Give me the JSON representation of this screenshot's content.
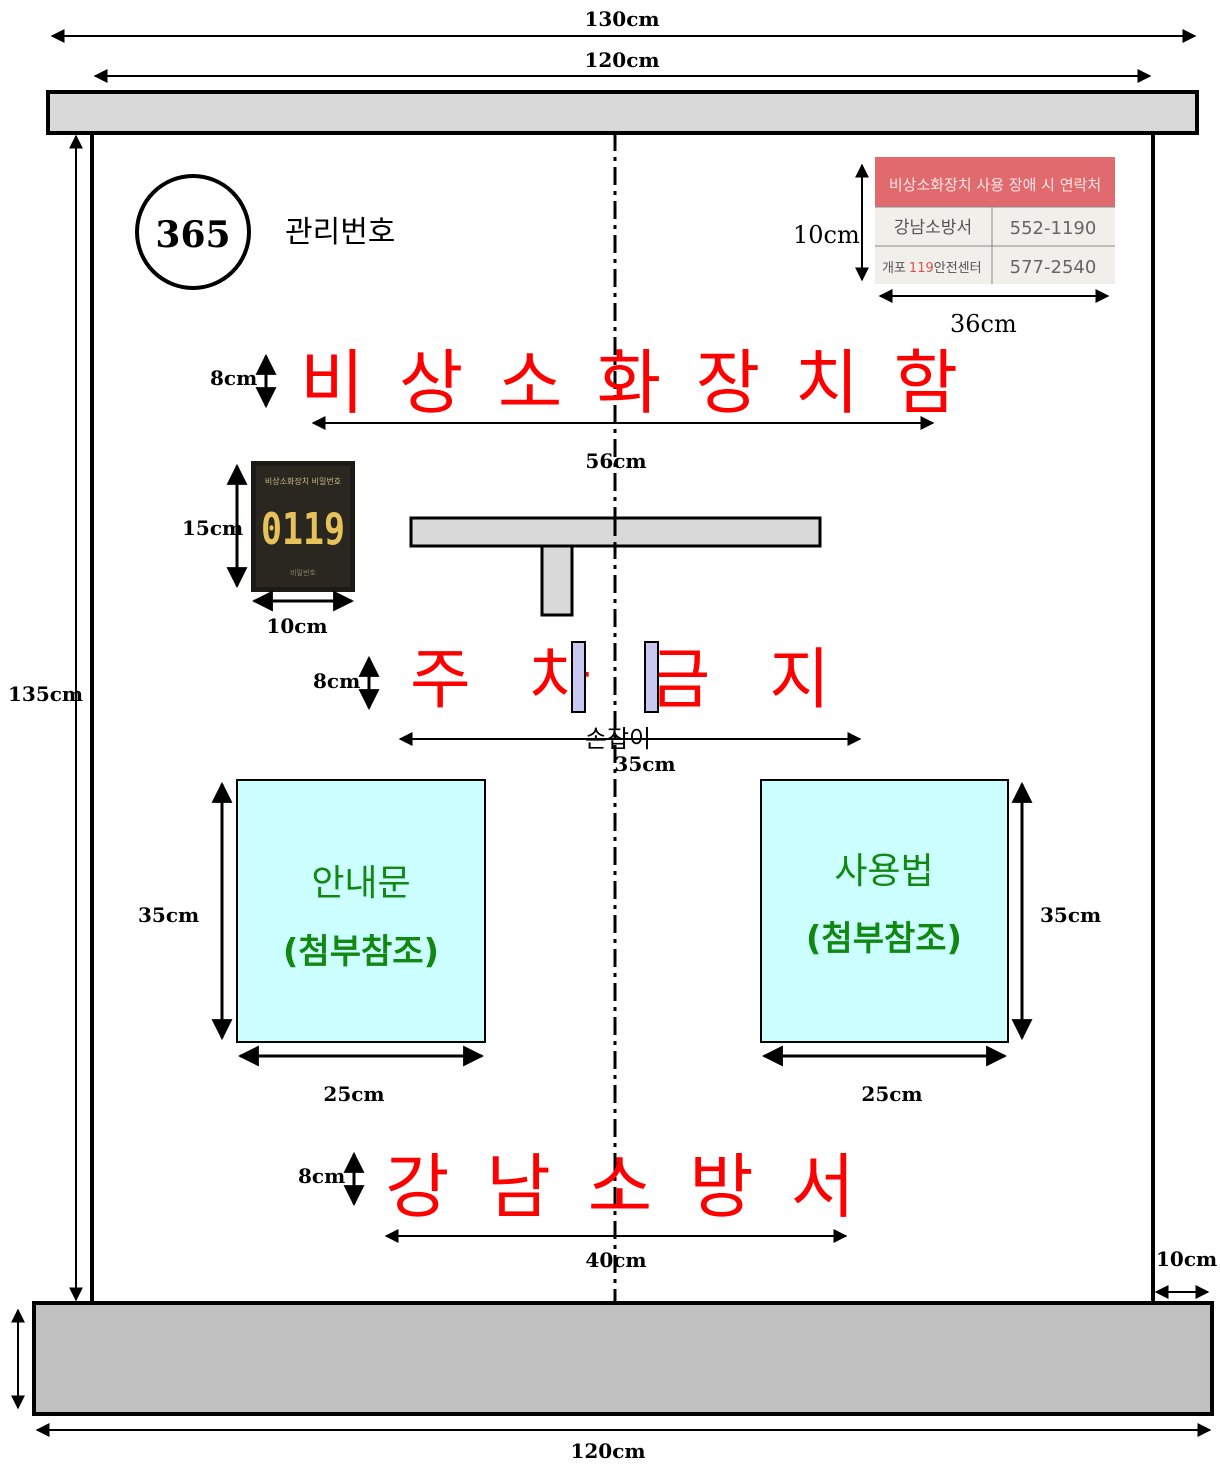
{
  "dimensions": {
    "outer_width": "130cm",
    "top_width": "120cm",
    "height": "135cm",
    "contact_box_height": "10cm",
    "contact_box_width": "36cm",
    "title_height": "8cm",
    "title_width": "56cm",
    "password_height": "15cm",
    "password_width": "10cm",
    "no_parking_height": "8cm",
    "no_parking_width": "35cm",
    "guide_height": "35cm",
    "guide_width": "25cm",
    "usage_height": "35cm",
    "usage_width": "25cm",
    "station_height": "8cm",
    "station_width": "40cm",
    "base_side": "10cm",
    "base_width": "120cm"
  },
  "management": {
    "number": "365",
    "label": "관리번호"
  },
  "title": "비 상 소 화 장 치 함",
  "no_parking": "주 차 금 지",
  "handle_label": "손잡이",
  "station": "강 남 소 방 서",
  "guide_box": {
    "line1": "안내문",
    "line2": "(첨부참조)"
  },
  "usage_box": {
    "line1": "사용법",
    "line2": "(첨부참조)"
  },
  "contact_sign": {
    "header": "비상소화장치 사용 장애 시 연락처",
    "rows": [
      {
        "name": "강남소방서",
        "phone": "552-1190"
      },
      {
        "name_prefix": "개포",
        "name_highlight": "119",
        "name_suffix": "안전센터",
        "phone": "577-2540"
      }
    ]
  },
  "password_sign": {
    "header": "비상소화장치 비밀번호",
    "code": "0119",
    "footer": "비밀번호"
  },
  "colors": {
    "red": "#ff0000",
    "green": "#118811",
    "cyan_box": "#ccffff",
    "gray": "#d9d9d9",
    "base_gray": "#c0c0c0",
    "handle": "#c8c8f0"
  }
}
